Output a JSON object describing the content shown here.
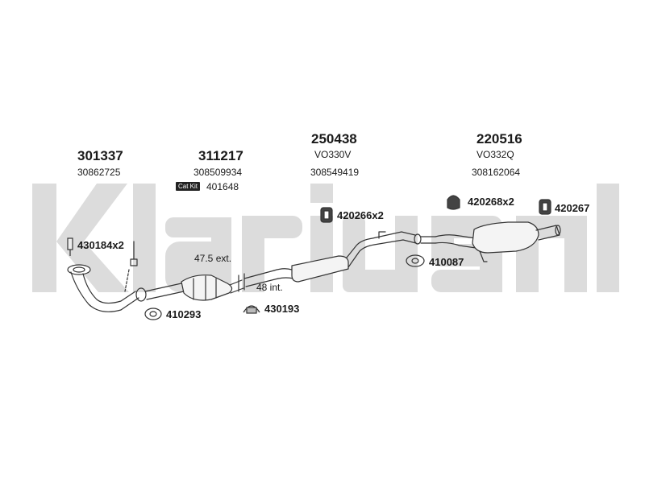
{
  "watermark": "Klarius",
  "assemblies": [
    {
      "code": "301337",
      "ref": "30862725"
    },
    {
      "code": "311217",
      "ref": "308509934",
      "catkit": "Cat Kit",
      "catkit_no": "401648"
    },
    {
      "code": "250438",
      "sub": "VO330V",
      "ref": "308549419"
    },
    {
      "code": "220516",
      "sub": "VO332Q",
      "ref": "308162064"
    }
  ],
  "parts": {
    "p430184": "430184x2",
    "p410293": "410293",
    "p430193": "430193",
    "p420266": "420266x2",
    "p410087": "410087",
    "p420268": "420268x2",
    "p420267": "420267"
  },
  "dimensions": {
    "ext": "47.5 ext.",
    "int": "48 int."
  }
}
